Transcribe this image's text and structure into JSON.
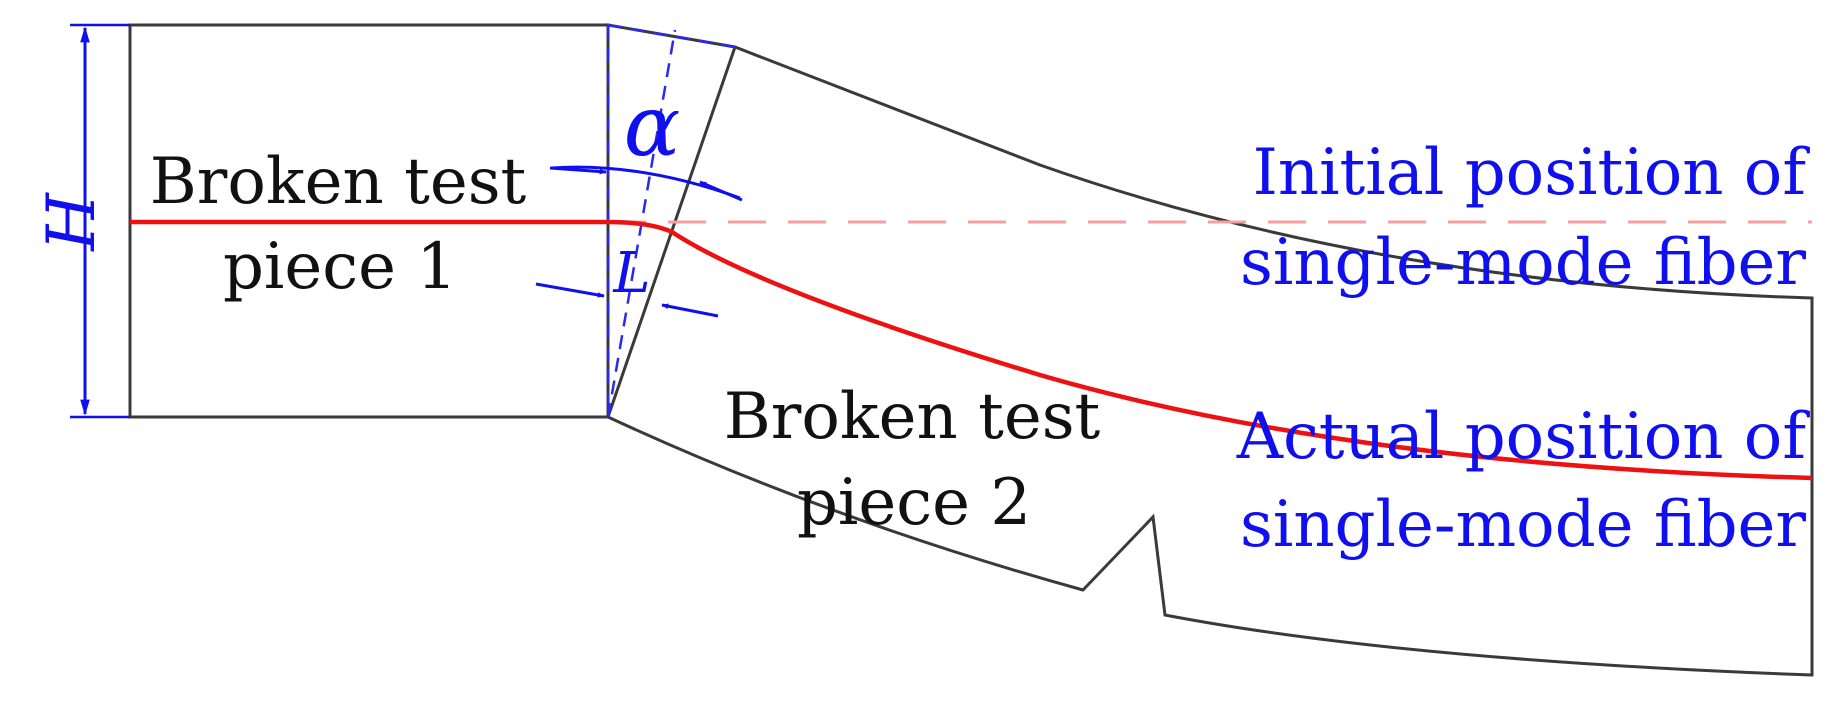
{
  "labels": {
    "piece1_line1": "Broken test",
    "piece1_line2": "piece 1",
    "piece2_line1": "Broken test",
    "piece2_line2": "piece 2",
    "initial_line1": "Initial position of",
    "initial_line2": "single-mode fiber",
    "actual_line1": "Actual position of",
    "actual_line2": "single-mode fiber",
    "height_symbol": "H",
    "angle_symbol": "α",
    "gap_symbol": "L"
  },
  "colors": {
    "fiber": "#ee1111",
    "initial_fiber": "#f4a0a0",
    "annotation": "#1010ee",
    "outline": "#3a3a3a",
    "text": "#111111"
  }
}
